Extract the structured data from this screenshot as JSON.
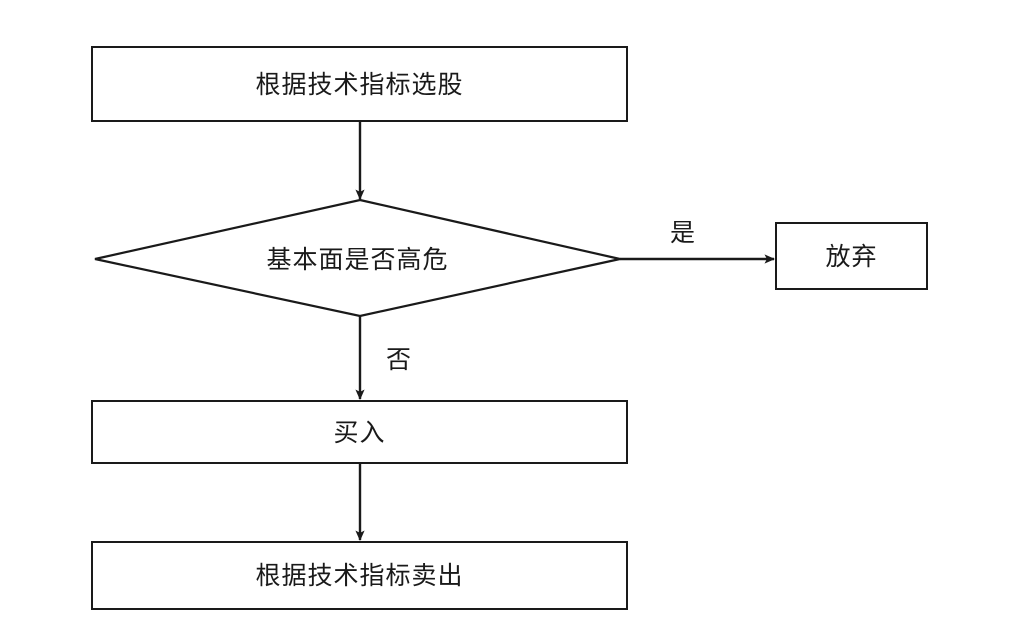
{
  "diagram": {
    "title": "",
    "background_color": "#ffffff",
    "line_color": "#1a1a1a",
    "text_color": "#1a1a1a",
    "nodes": [
      {
        "id": "select",
        "type": "process",
        "label": "根据技术指标选股"
      },
      {
        "id": "risk",
        "type": "decision",
        "label": "基本面是否高危"
      },
      {
        "id": "abandon",
        "type": "process",
        "label": "放弃"
      },
      {
        "id": "buy",
        "type": "process",
        "label": "买入"
      },
      {
        "id": "sell",
        "type": "process",
        "label": "根据技术指标卖出"
      }
    ],
    "edges": [
      {
        "id": "e1",
        "from": "select",
        "to": "risk",
        "label": ""
      },
      {
        "id": "e2",
        "from": "risk",
        "to": "abandon",
        "label": "是"
      },
      {
        "id": "e3",
        "from": "risk",
        "to": "buy",
        "label": "否"
      },
      {
        "id": "e4",
        "from": "buy",
        "to": "sell",
        "label": ""
      }
    ]
  }
}
